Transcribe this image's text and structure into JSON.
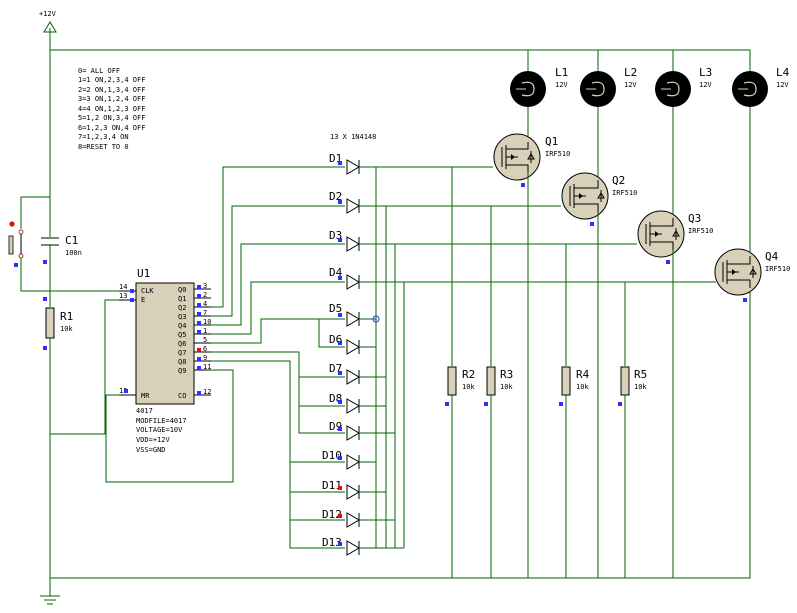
{
  "supply": {
    "label": "+12V"
  },
  "notes": {
    "lines": [
      "0= ALL OFF",
      "1=1 ON,2,3,4 OFF",
      "2=2 ON,1,3,4 OFF",
      "3=3 ON,1,2,4 OFF",
      "4=4 ON,1,2,3 OFF",
      "5=1,2 ON,3,4 OFF",
      "6=1,2,3 ON,4 OFF",
      "7=1,2,3,4 ON",
      "8=RESET TO 0"
    ]
  },
  "diode_header": "13 X 1N4148",
  "lamps": [
    {
      "ref": "L1",
      "value": "12V"
    },
    {
      "ref": "L2",
      "value": "12V"
    },
    {
      "ref": "L3",
      "value": "12V"
    },
    {
      "ref": "L4",
      "value": "12V"
    }
  ],
  "mosfets": [
    {
      "ref": "Q1",
      "part": "IRF510"
    },
    {
      "ref": "Q2",
      "part": "IRF510"
    },
    {
      "ref": "Q3",
      "part": "IRF510"
    },
    {
      "ref": "Q4",
      "part": "IRF510"
    }
  ],
  "diodes": [
    "D1",
    "D2",
    "D3",
    "D4",
    "D5",
    "D6",
    "D7",
    "D8",
    "D9",
    "D10",
    "D11",
    "D12",
    "D13"
  ],
  "capacitor": {
    "ref": "C1",
    "value": "100n"
  },
  "r1": {
    "ref": "R1",
    "value": "10k"
  },
  "pulldowns": [
    {
      "ref": "R2",
      "value": "10k"
    },
    {
      "ref": "R3",
      "value": "10k"
    },
    {
      "ref": "R4",
      "value": "10k"
    },
    {
      "ref": "R5",
      "value": "10k"
    }
  ],
  "u1": {
    "ref": "U1",
    "left_pins": [
      {
        "num": "14",
        "name": "CLK"
      },
      {
        "num": "13",
        "name": "E"
      },
      {
        "num": "15",
        "name": "MR"
      }
    ],
    "right_pins": [
      {
        "num": "3",
        "name": "Q0"
      },
      {
        "num": "2",
        "name": "Q1"
      },
      {
        "num": "4",
        "name": "Q2"
      },
      {
        "num": "7",
        "name": "Q3"
      },
      {
        "num": "10",
        "name": "Q4"
      },
      {
        "num": "1",
        "name": "Q5"
      },
      {
        "num": "5",
        "name": "Q6"
      },
      {
        "num": "6",
        "name": "Q7"
      },
      {
        "num": "9",
        "name": "Q8"
      },
      {
        "num": "11",
        "name": "Q9"
      },
      {
        "num": "12",
        "name": "CO"
      }
    ],
    "props": [
      "4017",
      "MODFILE=4017",
      "VOLTAGE=10V",
      "VDD=+12V",
      "VSS=GND"
    ]
  },
  "colors": {
    "wire": "#006400",
    "component_fill": "#d8d0b8",
    "pin_marker": "#2f2fff",
    "active_marker": "#e01010"
  }
}
